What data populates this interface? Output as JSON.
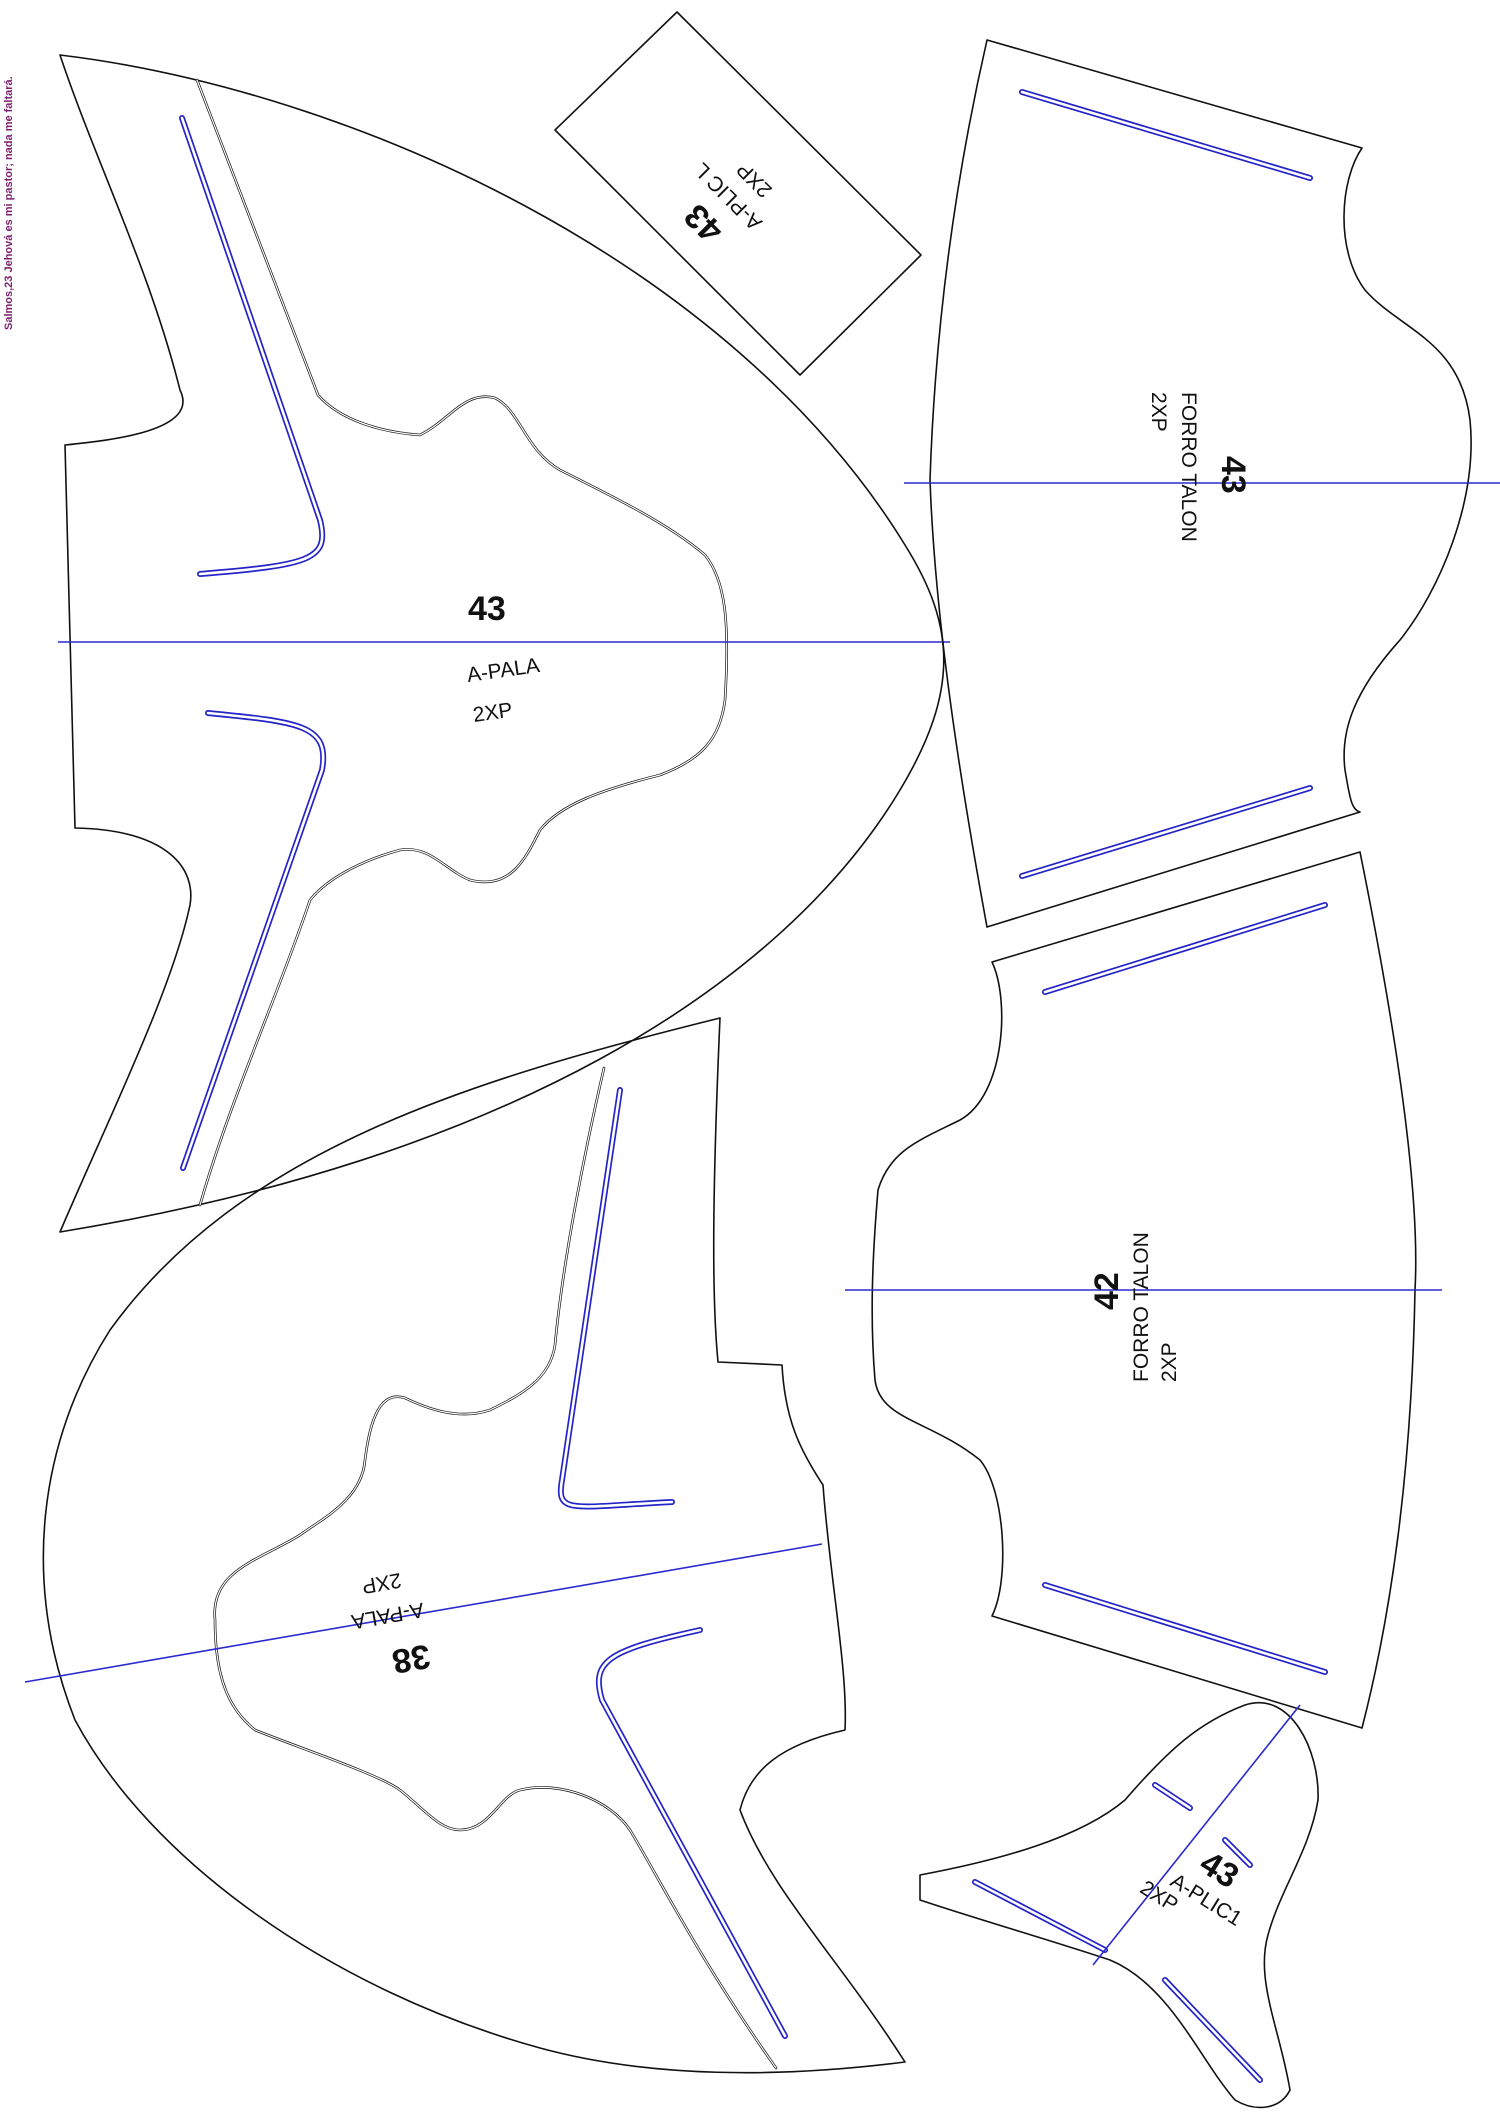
{
  "caption": "Salmos,23 Jehová es mi pastor; nada me faltará.",
  "colors": {
    "outline": "#111111",
    "stitch": "#2424c8",
    "axis": "#2a2ad0",
    "caption": "#7a1f6e"
  },
  "pieces": {
    "pala_43": {
      "size": "43",
      "name": "A-PALA",
      "qty": "2XP"
    },
    "aplic_l_43": {
      "size": "43",
      "name": "A-PLIC L",
      "qty": "2XP"
    },
    "forro_talon_43": {
      "size": "43",
      "name": "FORRO TALON",
      "qty": "2XP"
    },
    "forro_talon_42": {
      "size": "42",
      "name": "FORRO TALON",
      "qty": "2XP"
    },
    "pala_38": {
      "size": "38",
      "name": "A-PALA",
      "qty": "2XP"
    },
    "aplic1_43": {
      "size": "43",
      "name": "A-PLIC1",
      "qty": "2XP"
    }
  }
}
